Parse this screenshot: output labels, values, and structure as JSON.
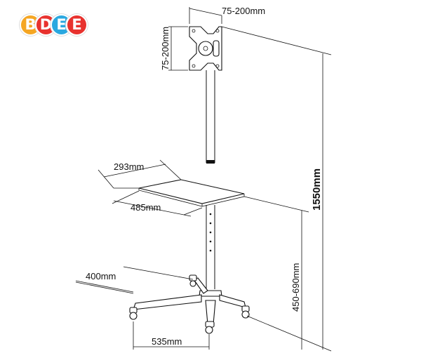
{
  "logo": {
    "letters": [
      "B",
      "D",
      "E",
      "E"
    ],
    "colors": [
      "#f5a623",
      "#e8322e",
      "#2aa8e0",
      "#e8322e"
    ]
  },
  "dimensions": {
    "vesa_width": "75-200mm",
    "vesa_height": "75-200mm",
    "total_height": "1550mm",
    "tray_depth": "293mm",
    "tray_width": "485mm",
    "tray_height": "450-690mm",
    "base_depth": "400mm",
    "base_width": "535mm"
  }
}
